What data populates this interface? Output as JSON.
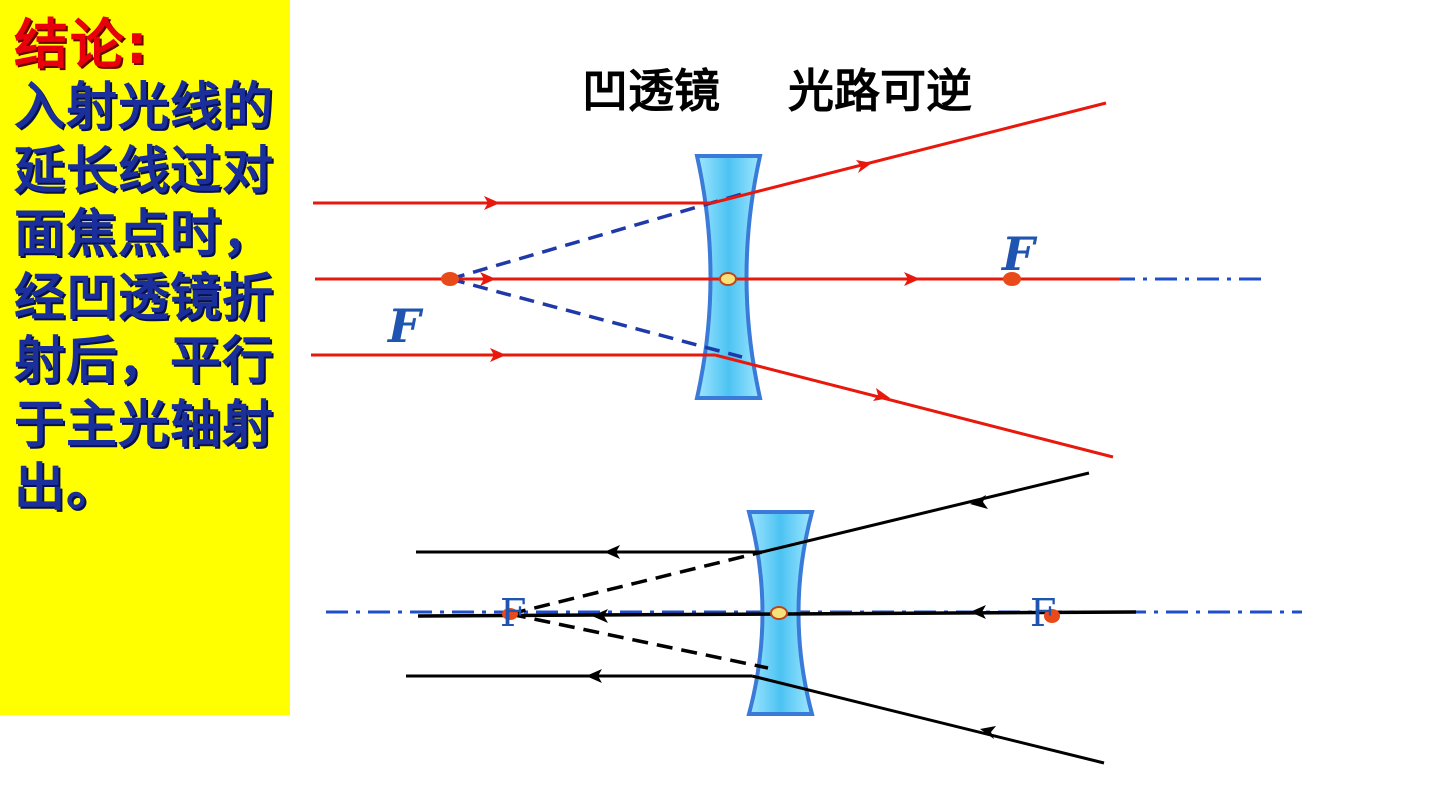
{
  "panel": {
    "title": "结论:",
    "body": "入射光线的延长线过对面焦点时，经凹透镜折射后，平行于主光轴射出。"
  },
  "heading": {
    "part1": "凹透镜",
    "part2": "光路可逆"
  },
  "diagram_top": {
    "focus_left_label": "F",
    "focus_right_label": "F"
  },
  "diagram_bottom": {
    "focus_left_label": "F",
    "focus_right_label": "F"
  },
  "colors": {
    "panel_bg": "#ffff00",
    "ray_red": "#e8180c",
    "ray_black": "#000000",
    "virtual_blue": "#1f3aa8",
    "axis_blue": "#1f4fc8",
    "lens_fill": "#7fd8f8",
    "lens_stroke": "#3a7ad8",
    "focus_dot": "#e84a1a"
  }
}
